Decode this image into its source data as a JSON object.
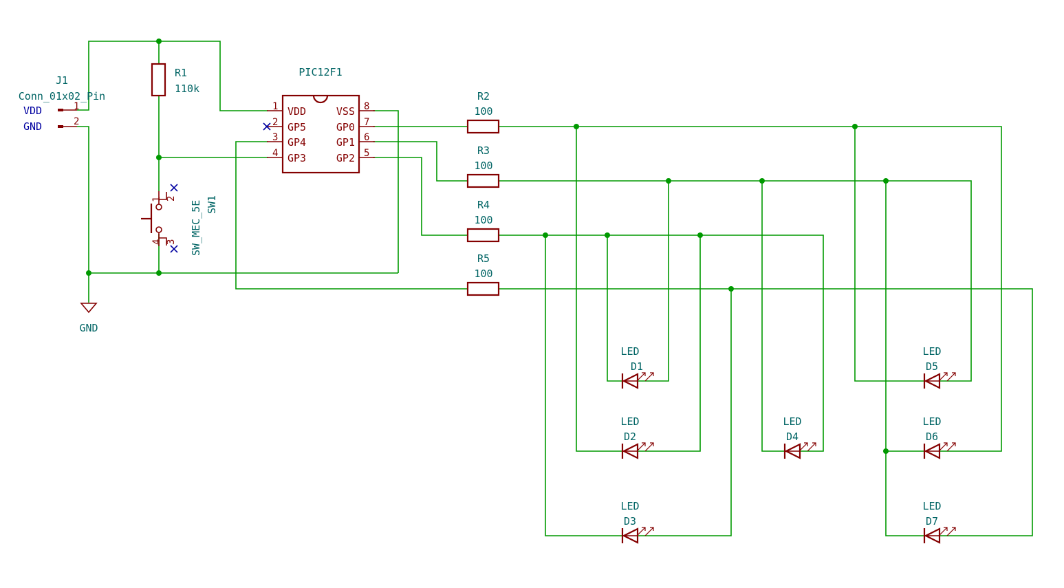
{
  "connector": {
    "ref": "J1",
    "value": "Conn_01x02_Pin",
    "pins": [
      "1",
      "2"
    ],
    "nets": [
      "VDD",
      "GND"
    ]
  },
  "r1": {
    "ref": "R1",
    "value": "110k"
  },
  "ic": {
    "name": "PIC12F1",
    "left_pins": [
      {
        "num": "1",
        "name": "VDD"
      },
      {
        "num": "2",
        "name": "GP5"
      },
      {
        "num": "3",
        "name": "GP4"
      },
      {
        "num": "4",
        "name": "GP3"
      }
    ],
    "right_pins": [
      {
        "num": "8",
        "name": "VSS"
      },
      {
        "num": "7",
        "name": "GP0"
      },
      {
        "num": "6",
        "name": "GP1"
      },
      {
        "num": "5",
        "name": "GP2"
      }
    ]
  },
  "resistors": [
    {
      "ref": "R2",
      "value": "100"
    },
    {
      "ref": "R3",
      "value": "100"
    },
    {
      "ref": "R4",
      "value": "100"
    },
    {
      "ref": "R5",
      "value": "100"
    }
  ],
  "switch": {
    "ref": "SW1",
    "value": "SW_MEC_5E",
    "pins": [
      "1",
      "2",
      "3",
      "4"
    ]
  },
  "gnd_symbol": {
    "label": "GND"
  },
  "leds": [
    {
      "ref": "D1",
      "value": "LED"
    },
    {
      "ref": "D2",
      "value": "LED"
    },
    {
      "ref": "D3",
      "value": "LED"
    },
    {
      "ref": "D4",
      "value": "LED"
    },
    {
      "ref": "D5",
      "value": "LED"
    },
    {
      "ref": "D6",
      "value": "LED"
    },
    {
      "ref": "D7",
      "value": "LED"
    }
  ],
  "colors": {
    "wire": "#009900",
    "symbol": "#840000",
    "label": "#006464",
    "net": "#0000a0"
  }
}
